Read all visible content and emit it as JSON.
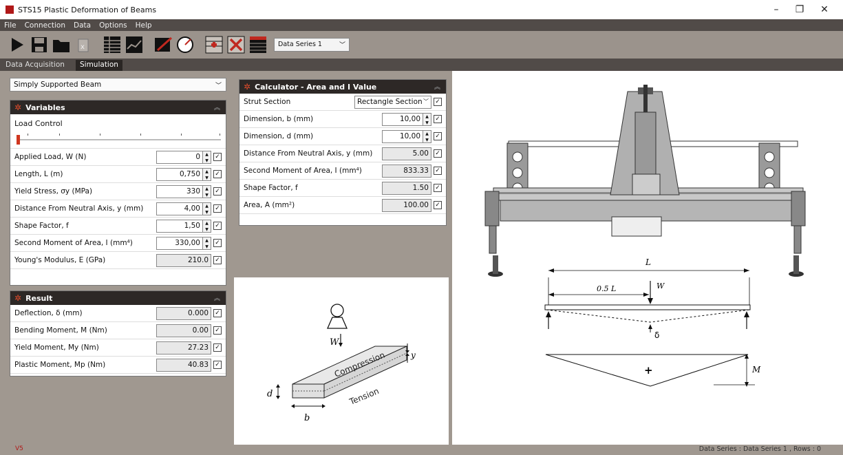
{
  "window": {
    "title": "STS15 Plastic Deformation of Beams",
    "minimize": "–",
    "restore": "❐",
    "close": "✕"
  },
  "menu": [
    "File",
    "Connection",
    "Data",
    "Options",
    "Help"
  ],
  "toolbar": {
    "series_selected": "Data Series 1"
  },
  "tabs": [
    {
      "label": "Data Acquisition"
    },
    {
      "label": "Simulation"
    }
  ],
  "beam_type": "Simply Supported Beam",
  "variables": {
    "title": "Variables",
    "load_control_label": "Load Control",
    "rows": [
      {
        "label": "Applied Load, W (N)",
        "value": "0",
        "readonly": false
      },
      {
        "label": "Length, L (m)",
        "value": "0,750",
        "readonly": false
      },
      {
        "label": "Yield Stress, σy (MPa)",
        "value": "330",
        "readonly": false
      },
      {
        "label": "Distance From Neutral Axis, y (mm)",
        "value": "4,00",
        "readonly": false
      },
      {
        "label": "Shape Factor, f",
        "value": "1,50",
        "readonly": false
      },
      {
        "label": "Second Moment of Area, I (mm⁴)",
        "value": "330,00",
        "readonly": false
      },
      {
        "label": "Young's Modulus, E (GPa)",
        "value": "210.0",
        "readonly": true
      }
    ]
  },
  "result": {
    "title": "Result",
    "rows": [
      {
        "label": "Deflection, δ (mm)",
        "value": "0.000"
      },
      {
        "label": "Bending Moment, M (Nm)",
        "value": "0.00"
      },
      {
        "label": "Yield Moment, My (Nm)",
        "value": "27.23"
      },
      {
        "label": "Plastic Moment, Mp (Nm)",
        "value": "40.83"
      }
    ]
  },
  "calculator": {
    "title": "Calculator - Area and I Value",
    "section_label": "Strut Section",
    "section_value": "Rectangle Section",
    "rows": [
      {
        "label": "Dimension, b (mm)",
        "value": "10,00",
        "readonly": false
      },
      {
        "label": "Dimension, d (mm)",
        "value": "10,00",
        "readonly": false
      },
      {
        "label": "Distance From Neutral Axis, y (mm)",
        "value": "5.00",
        "readonly": true
      },
      {
        "label": "Second Moment of Area, I (mm⁴)",
        "value": "833.33",
        "readonly": true
      },
      {
        "label": "Shape Factor, f",
        "value": "1.50",
        "readonly": true
      },
      {
        "label": "Area, A (mm²)",
        "value": "100.00",
        "readonly": true
      }
    ]
  },
  "section_diagram": {
    "w": "W",
    "compression": "Compression",
    "tension": "Tension",
    "y": "y",
    "d": "d",
    "b": "b"
  },
  "beam_diagram": {
    "L": "L",
    "halfL": "0.5 L",
    "W": "W",
    "delta": "δ",
    "M": "M",
    "plus": "+"
  },
  "status": {
    "left": "V5",
    "right": "Data Series : Data Series 1 , Rows : 0"
  }
}
